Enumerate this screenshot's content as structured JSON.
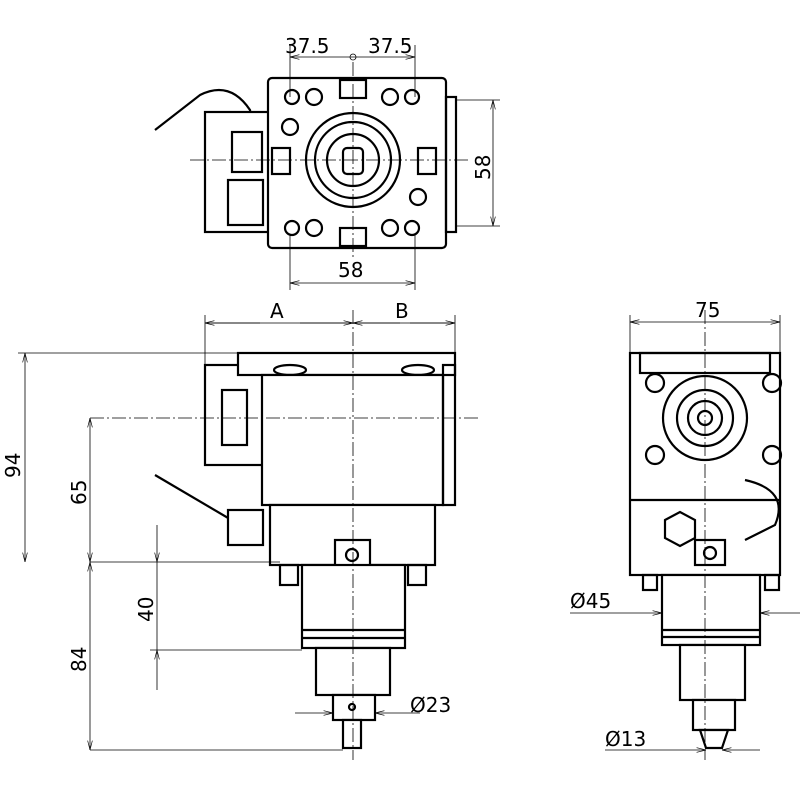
{
  "dimensions": {
    "top_left_half": "37.5",
    "top_right_half": "37.5",
    "top_height": "58",
    "top_bottom_width": "58",
    "front_a": "A",
    "front_b": "B",
    "front_total_height": "94",
    "front_axis_height": "65",
    "front_lower_height": "84",
    "front_spindle_height": "40",
    "front_diameter": "Ø23",
    "side_width": "75",
    "side_diameter_large": "Ø45",
    "side_diameter_small": "Ø13"
  }
}
